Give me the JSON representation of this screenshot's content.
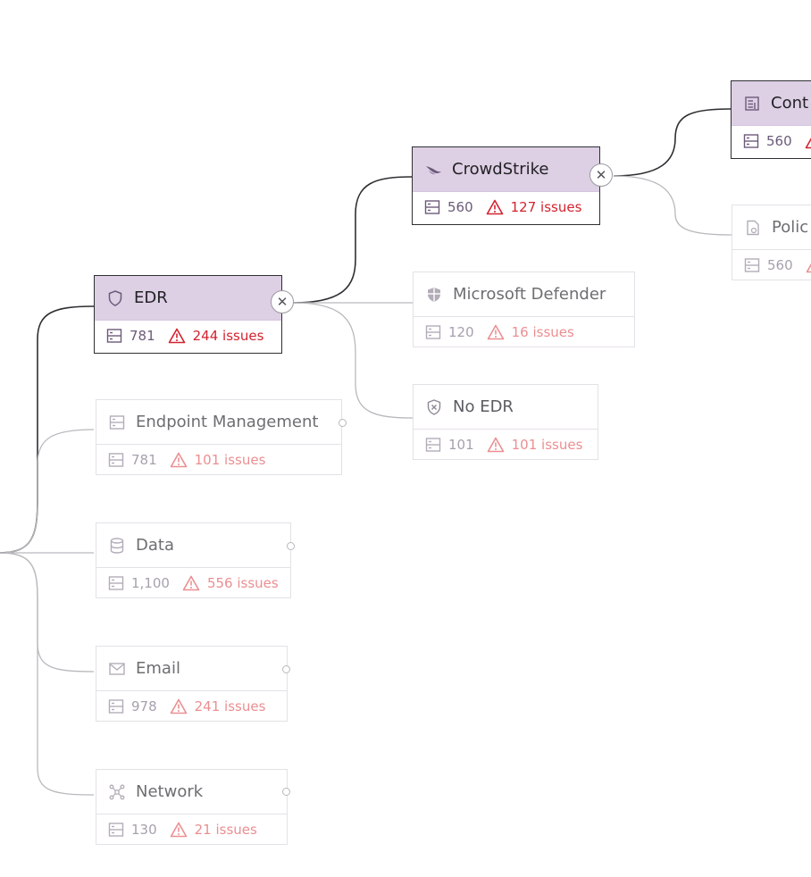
{
  "colors": {
    "selected_header": "#ddcfe4",
    "selected_border": "#2f2f33",
    "issue_red": "#d3232f",
    "issue_red_muted": "#eb8f92",
    "muted_text": "#a7a0ae",
    "link_active": "#2f2f33",
    "link_inactive": "#b9b8bd"
  },
  "nodes": {
    "edr": {
      "title": "EDR",
      "count": "781",
      "issues": "244 issues",
      "icon": "shield-icon"
    },
    "endpoint_management": {
      "title": "Endpoint Management",
      "count": "781",
      "issues": "101 issues",
      "icon": "server-icon"
    },
    "data": {
      "title": "Data",
      "count": "1,100",
      "issues": "556 issues",
      "icon": "database-icon"
    },
    "email": {
      "title": "Email",
      "count": "978",
      "issues": "241 issues",
      "icon": "mail-icon"
    },
    "network": {
      "title": "Network",
      "count": "130",
      "issues": "21 issues",
      "icon": "network-icon"
    },
    "crowdstrike": {
      "title": "CrowdStrike",
      "count": "560",
      "issues": "127 issues",
      "icon": "falcon-icon"
    },
    "microsoft_defender": {
      "title": "Microsoft Defender",
      "count": "120",
      "issues": "16 issues",
      "icon": "defender-shield-icon"
    },
    "no_edr": {
      "title": "No EDR",
      "count": "101",
      "issues": "101 issues",
      "icon": "shield-x-icon"
    },
    "cont": {
      "title": "Cont",
      "count": "560",
      "issues": "",
      "icon": "list-doc-icon"
    },
    "polic": {
      "title": "Polic",
      "count": "560",
      "issues": "",
      "icon": "doc-gear-icon"
    }
  }
}
